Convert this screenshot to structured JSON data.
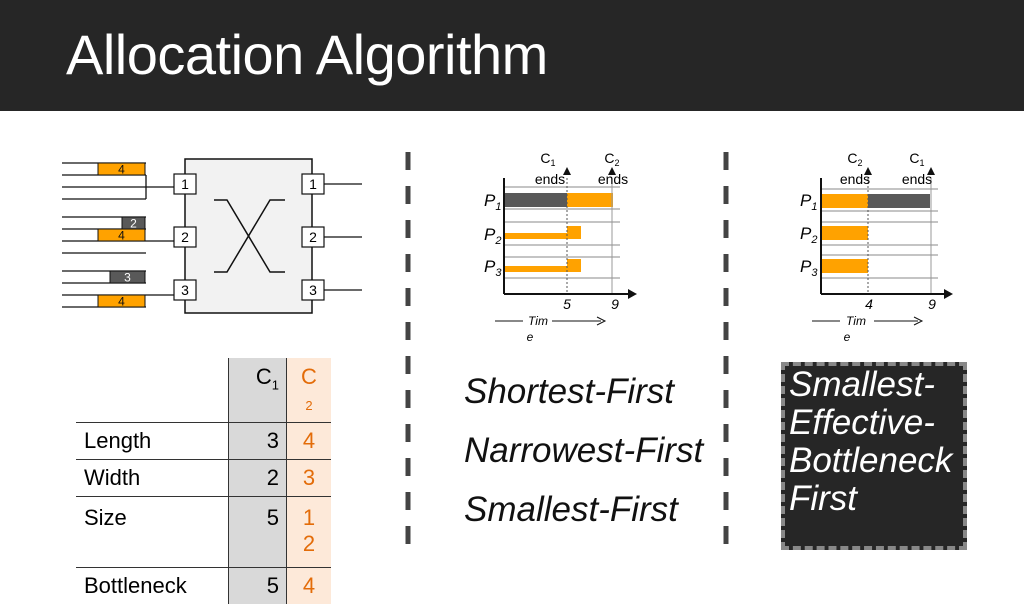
{
  "title": "Allocation Algorithm",
  "switch": {
    "ingress_labels": [
      "1",
      "2",
      "3"
    ],
    "egress_labels": [
      "1",
      "2",
      "3"
    ],
    "flow_labels": [
      "4",
      "2",
      "4",
      "3",
      "4"
    ]
  },
  "table": {
    "head_c1": "C",
    "head_c1_sub": "1",
    "head_c2": "C",
    "head_c2_sub": "2",
    "rows": [
      {
        "label": "Length",
        "c1": "3",
        "c2": "4"
      },
      {
        "label": "Width",
        "c1": "2",
        "c2": "3"
      },
      {
        "label": "Size",
        "c1": "5",
        "c2_line1": "1",
        "c2_line2": "2"
      },
      {
        "label": "Bottleneck",
        "c1": "5",
        "c2": "4"
      }
    ]
  },
  "chart_left": {
    "ann1": "C",
    "ann1_sub": "1",
    "ann1_ends": "ends",
    "ann2": "C",
    "ann2_sub": "2",
    "ann2_ends": "ends",
    "rows": [
      "P",
      "P",
      "P"
    ],
    "row_subs": [
      "1",
      "2",
      "3"
    ],
    "ticks": [
      "5",
      "9"
    ],
    "time_a": "Tim",
    "time_b": "e"
  },
  "chart_right": {
    "ann1": "C",
    "ann1_sub": "2",
    "ann1_ends": "ends",
    "ann2": "C",
    "ann2_sub": "1",
    "ann2_ends": "ends",
    "rows": [
      "P",
      "P",
      "P"
    ],
    "row_subs": [
      "1",
      "2",
      "3"
    ],
    "ticks": [
      "4",
      "9"
    ],
    "time_a": "Tim",
    "time_b": "e"
  },
  "heuristics": [
    "Shortest-First",
    "Narrowest-First",
    "Smallest-First"
  ],
  "sebf_lines": [
    "Smallest-",
    "Effective-",
    "Bottleneck",
    "First"
  ],
  "colors": {
    "c1": "#595959",
    "c2": "#ffa200",
    "header": "#262626"
  }
}
